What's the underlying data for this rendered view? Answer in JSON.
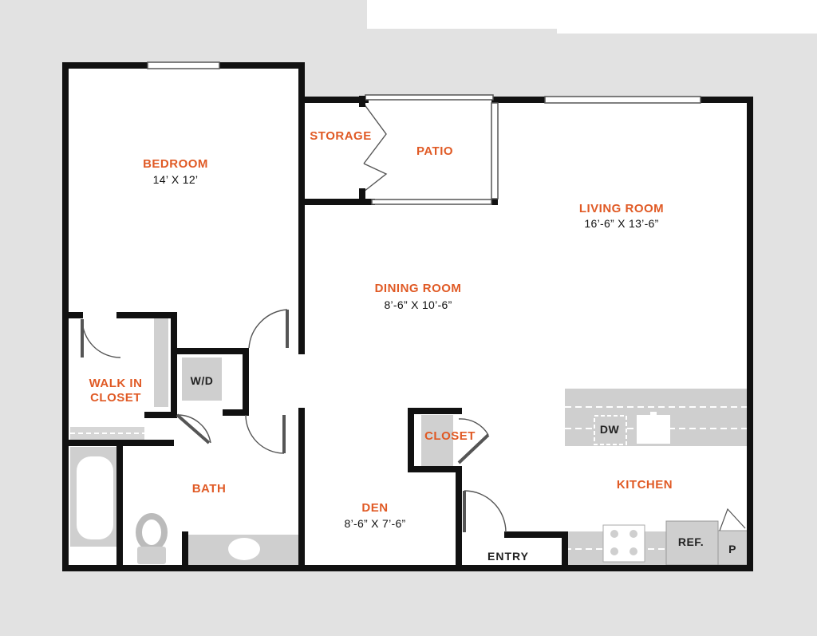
{
  "rooms": {
    "bedroom": {
      "name": "BEDROOM",
      "dims": "14’ X 12’"
    },
    "storage": {
      "name": "STORAGE"
    },
    "patio": {
      "name": "PATIO"
    },
    "living": {
      "name": "LIVING ROOM",
      "dims": "16’-6” X 13’-6”"
    },
    "dining": {
      "name": "DINING ROOM",
      "dims": "8’-6” X 10’-6”"
    },
    "walkin": {
      "name_line1": "WALK IN",
      "name_line2": "CLOSET"
    },
    "bath": {
      "name": "BATH"
    },
    "closet": {
      "name": "CLOSET"
    },
    "kitchen": {
      "name": "KITCHEN"
    },
    "den": {
      "name": "DEN",
      "dims": "8’-6” X 7’-6”"
    },
    "entry": {
      "name": "ENTRY"
    }
  },
  "fixtures": {
    "washer_dryer": "W/D",
    "dishwasher": "DW",
    "refrigerator": "REF.",
    "pantry": "P"
  },
  "colors": {
    "background": "#e2e2e2",
    "floor": "#ffffff",
    "wall": "#111111",
    "room_label": "#e05a25",
    "fixture": "#cfcfcf"
  }
}
